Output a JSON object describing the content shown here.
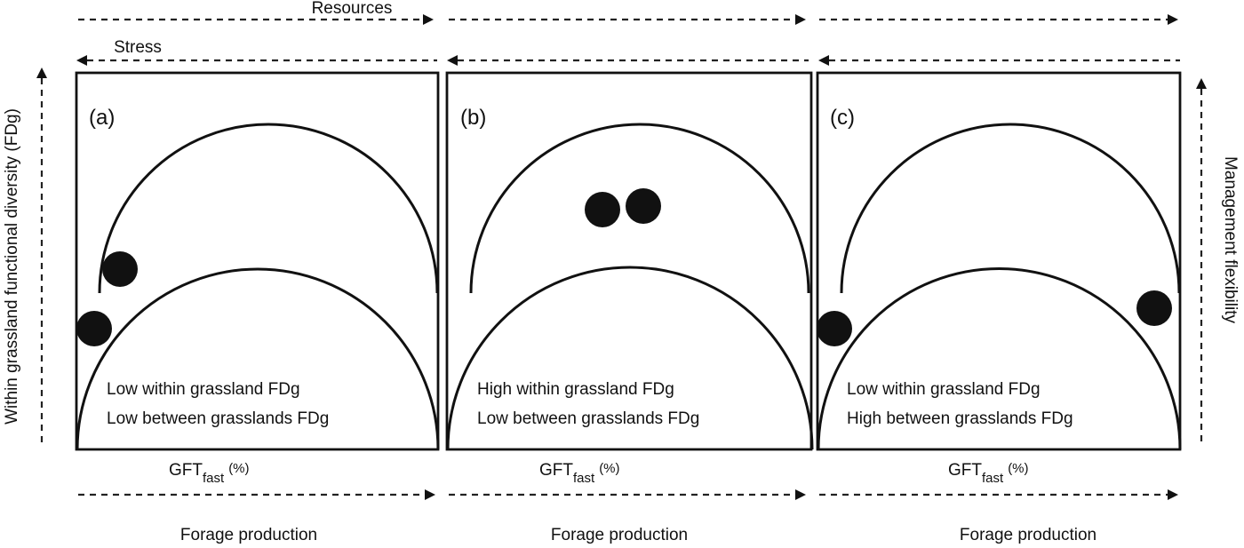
{
  "top_labels": {
    "resources": "Resources",
    "stress": "Stress"
  },
  "side_labels": {
    "left": "Within grassland functional diversity (FDg)",
    "right": "Management flexibility"
  },
  "bottom_label": "Forage production",
  "x_axis": {
    "main": "GFT",
    "sub": "fast",
    "unit": "(%)"
  },
  "panels": [
    {
      "id": "a",
      "label": "(a)",
      "line1": "Low within grassland FDg",
      "line2": "Low between grasslands FDg"
    },
    {
      "id": "b",
      "label": "(b)",
      "line1": "High within grassland FDg",
      "line2": "Low between grasslands FDg"
    },
    {
      "id": "c",
      "label": "(c)",
      "line1": "Low within grassland FDg",
      "line2": "High between grasslands FDg"
    }
  ]
}
